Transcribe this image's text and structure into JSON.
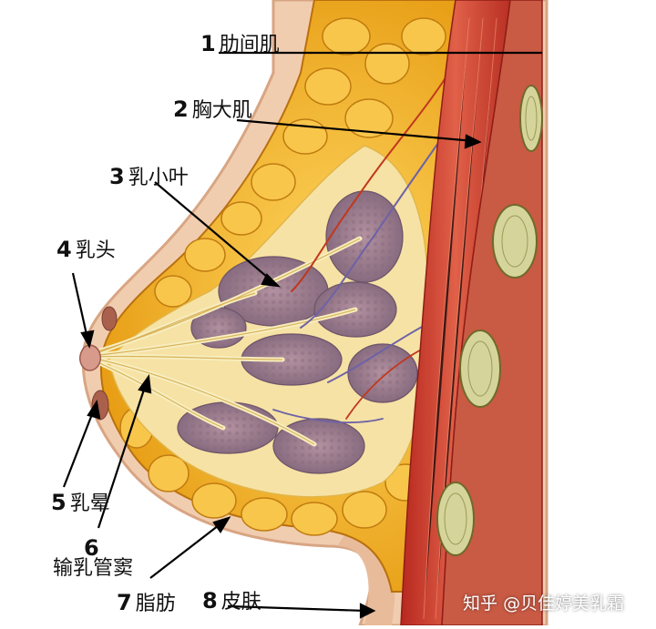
{
  "labels": [
    {
      "num": "1",
      "text": "肋间肌"
    },
    {
      "num": "2",
      "text": "胸大肌"
    },
    {
      "num": "3",
      "text": "乳小叶"
    },
    {
      "num": "4",
      "text": "乳头"
    },
    {
      "num": "5",
      "text": "乳晕"
    },
    {
      "num": "6",
      "text": "输乳管窦"
    },
    {
      "num": "7",
      "text": "脂肪"
    },
    {
      "num": "8",
      "text": "皮肤"
    }
  ],
  "watermark": {
    "site": "知乎",
    "author": "@贝佳婷美乳霜"
  },
  "colors": {
    "background": "#ffffff",
    "skin": "#f1cdb0",
    "fat": "#f3b21e",
    "muscle": "#c43a2e",
    "lobule": "#9a7b8c",
    "duct": "#f4e4a0",
    "rib": "#d5d49a"
  }
}
